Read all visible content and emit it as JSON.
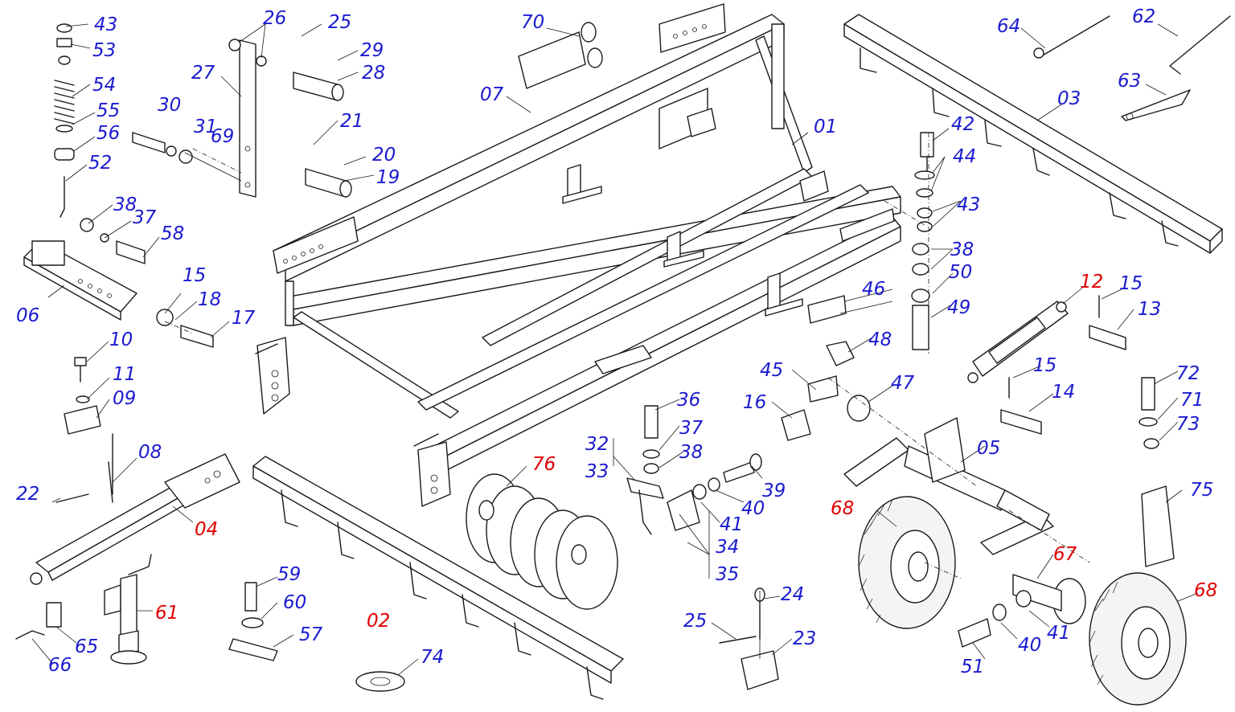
{
  "diagram": {
    "colors": {
      "blue": "#1b1bd0",
      "red": "#e00000",
      "line": "#1a1a1a"
    },
    "labels": [
      {
        "id": "l43a",
        "text": "43",
        "color": "blue"
      },
      {
        "id": "l53",
        "text": "53",
        "color": "blue"
      },
      {
        "id": "l54",
        "text": "54",
        "color": "blue"
      },
      {
        "id": "l55",
        "text": "55",
        "color": "blue"
      },
      {
        "id": "l56",
        "text": "56",
        "color": "blue"
      },
      {
        "id": "l52",
        "text": "52",
        "color": "blue"
      },
      {
        "id": "l26",
        "text": "26",
        "color": "blue"
      },
      {
        "id": "l25a",
        "text": "25",
        "color": "blue"
      },
      {
        "id": "l27",
        "text": "27",
        "color": "blue"
      },
      {
        "id": "l29",
        "text": "29",
        "color": "blue"
      },
      {
        "id": "l28",
        "text": "28",
        "color": "blue"
      },
      {
        "id": "l30",
        "text": "30",
        "color": "blue"
      },
      {
        "id": "l31",
        "text": "31",
        "color": "blue"
      },
      {
        "id": "l69",
        "text": "69",
        "color": "blue"
      },
      {
        "id": "l21",
        "text": "21",
        "color": "blue"
      },
      {
        "id": "l20",
        "text": "20",
        "color": "blue"
      },
      {
        "id": "l19",
        "text": "19",
        "color": "blue"
      },
      {
        "id": "l38a",
        "text": "38",
        "color": "blue"
      },
      {
        "id": "l37a",
        "text": "37",
        "color": "blue"
      },
      {
        "id": "l58",
        "text": "58",
        "color": "blue"
      },
      {
        "id": "l06",
        "text": "06",
        "color": "blue"
      },
      {
        "id": "l15a",
        "text": "15",
        "color": "blue"
      },
      {
        "id": "l18",
        "text": "18",
        "color": "blue"
      },
      {
        "id": "l17",
        "text": "17",
        "color": "blue"
      },
      {
        "id": "l10",
        "text": "10",
        "color": "blue"
      },
      {
        "id": "l11",
        "text": "11",
        "color": "blue"
      },
      {
        "id": "l09",
        "text": "09",
        "color": "blue"
      },
      {
        "id": "l08",
        "text": "08",
        "color": "blue"
      },
      {
        "id": "l22",
        "text": "22",
        "color": "blue"
      },
      {
        "id": "l04",
        "text": "04",
        "color": "red"
      },
      {
        "id": "l61",
        "text": "61",
        "color": "red"
      },
      {
        "id": "l65",
        "text": "65",
        "color": "blue"
      },
      {
        "id": "l66",
        "text": "66",
        "color": "blue"
      },
      {
        "id": "l70",
        "text": "70",
        "color": "blue"
      },
      {
        "id": "l07",
        "text": "07",
        "color": "blue"
      },
      {
        "id": "l01",
        "text": "01",
        "color": "blue"
      },
      {
        "id": "l64",
        "text": "64",
        "color": "blue"
      },
      {
        "id": "l62",
        "text": "62",
        "color": "blue"
      },
      {
        "id": "l63",
        "text": "63",
        "color": "blue"
      },
      {
        "id": "l03",
        "text": "03",
        "color": "blue"
      },
      {
        "id": "l42",
        "text": "42",
        "color": "blue"
      },
      {
        "id": "l44",
        "text": "44",
        "color": "blue"
      },
      {
        "id": "l43b",
        "text": "43",
        "color": "blue"
      },
      {
        "id": "l38b",
        "text": "38",
        "color": "blue"
      },
      {
        "id": "l50",
        "text": "50",
        "color": "blue"
      },
      {
        "id": "l49",
        "text": "49",
        "color": "blue"
      },
      {
        "id": "l46",
        "text": "46",
        "color": "blue"
      },
      {
        "id": "l48",
        "text": "48",
        "color": "blue"
      },
      {
        "id": "l45",
        "text": "45",
        "color": "blue"
      },
      {
        "id": "l47",
        "text": "47",
        "color": "blue"
      },
      {
        "id": "l16",
        "text": "16",
        "color": "blue"
      },
      {
        "id": "l12",
        "text": "12",
        "color": "red"
      },
      {
        "id": "l15b",
        "text": "15",
        "color": "blue"
      },
      {
        "id": "l13",
        "text": "13",
        "color": "blue"
      },
      {
        "id": "l15c",
        "text": "15",
        "color": "blue"
      },
      {
        "id": "l14",
        "text": "14",
        "color": "blue"
      },
      {
        "id": "l72",
        "text": "72",
        "color": "blue"
      },
      {
        "id": "l71",
        "text": "71",
        "color": "blue"
      },
      {
        "id": "l73",
        "text": "73",
        "color": "blue"
      },
      {
        "id": "l05",
        "text": "05",
        "color": "blue"
      },
      {
        "id": "l36",
        "text": "36",
        "color": "blue"
      },
      {
        "id": "l37b",
        "text": "37",
        "color": "blue"
      },
      {
        "id": "l38c",
        "text": "38",
        "color": "blue"
      },
      {
        "id": "l32",
        "text": "32",
        "color": "blue"
      },
      {
        "id": "l33",
        "text": "33",
        "color": "blue"
      },
      {
        "id": "l39",
        "text": "39",
        "color": "blue"
      },
      {
        "id": "l40a",
        "text": "40",
        "color": "blue"
      },
      {
        "id": "l41a",
        "text": "41",
        "color": "blue"
      },
      {
        "id": "l34",
        "text": "34",
        "color": "blue"
      },
      {
        "id": "l35",
        "text": "35",
        "color": "blue"
      },
      {
        "id": "l76",
        "text": "76",
        "color": "red"
      },
      {
        "id": "l59",
        "text": "59",
        "color": "blue"
      },
      {
        "id": "l60",
        "text": "60",
        "color": "blue"
      },
      {
        "id": "l57",
        "text": "57",
        "color": "blue"
      },
      {
        "id": "l02",
        "text": "02",
        "color": "red"
      },
      {
        "id": "l74",
        "text": "74",
        "color": "blue"
      },
      {
        "id": "l24",
        "text": "24",
        "color": "blue"
      },
      {
        "id": "l25b",
        "text": "25",
        "color": "blue"
      },
      {
        "id": "l23",
        "text": "23",
        "color": "blue"
      },
      {
        "id": "l68a",
        "text": "68",
        "color": "red"
      },
      {
        "id": "l68b",
        "text": "68",
        "color": "red"
      },
      {
        "id": "l67",
        "text": "67",
        "color": "red"
      },
      {
        "id": "l75",
        "text": "75",
        "color": "blue"
      },
      {
        "id": "l51",
        "text": "51",
        "color": "blue"
      },
      {
        "id": "l40b",
        "text": "40",
        "color": "blue"
      },
      {
        "id": "l41b",
        "text": "41",
        "color": "blue"
      }
    ]
  }
}
